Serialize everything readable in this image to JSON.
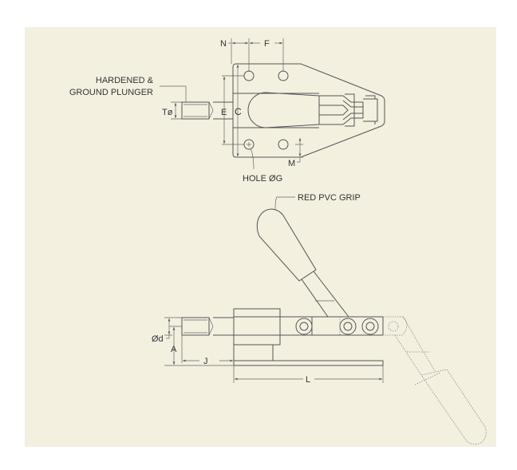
{
  "labels": {
    "hardened_line1": "HARDENED &",
    "hardened_line2": "GROUND PLUNGER",
    "t_dia": "Tø",
    "e": "E",
    "c": "C",
    "n": "N",
    "f": "F",
    "m": "M",
    "hole": "HOLE ØG",
    "grip": "RED PVC GRIP",
    "d_dia": "Ød",
    "a": "A",
    "j": "J",
    "l": "L"
  },
  "colors": {
    "background": "#f3f0e0",
    "line": "#555555"
  }
}
